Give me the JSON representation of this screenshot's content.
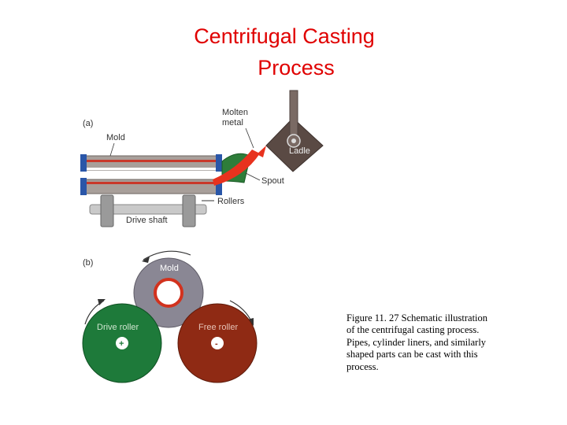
{
  "title": {
    "line1": "Centrifugal Casting",
    "line2": "Process"
  },
  "figure_a": {
    "panel_label": "(a)",
    "molten_metal_label_1": "Molten",
    "molten_metal_label_2": "metal",
    "mold_label": "Mold",
    "ladle_label": "Ladle",
    "spout_label": "Spout",
    "rollers_label": "Rollers",
    "drive_shaft_label": "Drive   shaft"
  },
  "figure_b": {
    "panel_label": "(b)",
    "mold_label": "Mold",
    "drive_roller_label": "Drive   roller",
    "free_roller_label": "Free   roller",
    "plus_sign": "+",
    "minus_sign": "-"
  },
  "caption": "Figure 11. 27 Schematic illustration of the centrifugal casting process. Pipes, cylinder liners, and similarly shaped parts can be cast with this process.",
  "colors": {
    "title": "#e00000",
    "mold_gray": "#8a8794",
    "drive_roller_green": "#1e7a3a",
    "free_roller_red": "#8f2a14",
    "molten_red": "#e8321e",
    "ladle_brown": "#5a4a44",
    "spout_green": "#2e7d3a"
  }
}
